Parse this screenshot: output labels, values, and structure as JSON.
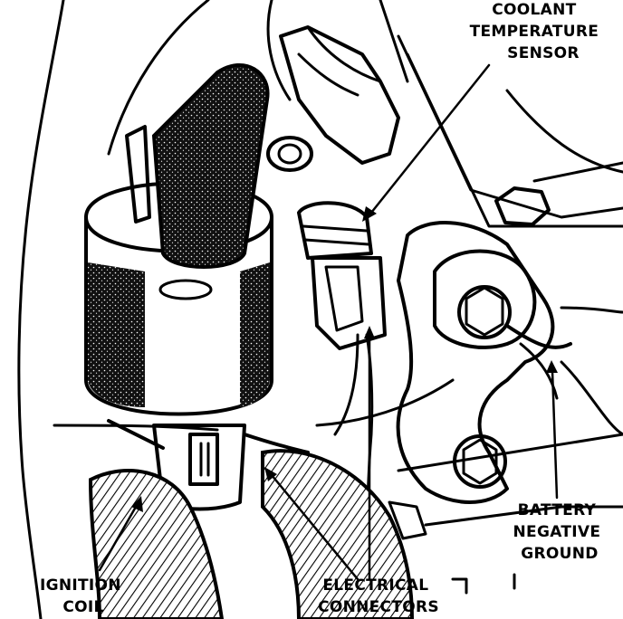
{
  "diagram": {
    "labels": {
      "coolant_sensor": [
        "COOLANT",
        "TEMPERATURE",
        "SENSOR"
      ],
      "ignition_coil": [
        "IGNITION",
        "COIL"
      ],
      "electrical_connectors": [
        "ELECTRICAL",
        "CONNECTORS"
      ],
      "battery_ground": [
        "BATTERY",
        "NEGATIVE",
        "GROUND"
      ]
    },
    "colors": {
      "ink": "#000000",
      "paper": "#ffffff",
      "shade": "#222222"
    }
  }
}
